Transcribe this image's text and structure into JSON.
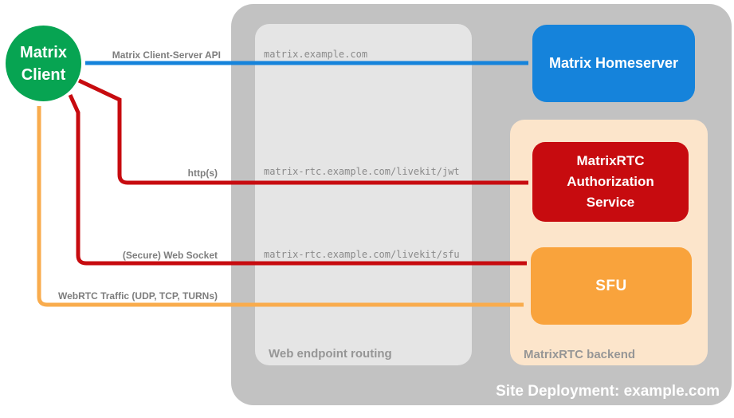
{
  "client": {
    "label": "Matrix\nClient",
    "color": "#07a452"
  },
  "homeserver": {
    "label": "Matrix Homeserver",
    "color": "#1583db"
  },
  "auth_service": {
    "label": "MatrixRTC\nAuthorization\nService",
    "color": "#c70b0f"
  },
  "sfu": {
    "label": "SFU",
    "color": "#f9a33c"
  },
  "deployment": {
    "label": "Site Deployment: example.com",
    "color": "#c2c2c2"
  },
  "routing": {
    "label": "Web endpoint routing",
    "endpoints": [
      "matrix.example.com",
      "matrix-rtc.example.com/livekit/jwt",
      "matrix-rtc.example.com/livekit/sfu"
    ]
  },
  "backend": {
    "label": "MatrixRTC backend",
    "color": "#fce5cb"
  },
  "arrows": {
    "client_server_api": {
      "label": "Matrix Client-Server API",
      "color": "#1583db"
    },
    "https": {
      "label": "http(s)",
      "color": "#c70b0f"
    },
    "websocket": {
      "label": "(Secure) Web Socket",
      "color": "#c70b0f"
    },
    "webrtc": {
      "label": "WebRTC Traffic (UDP, TCP, TURNs)",
      "color": "#f9ac4d"
    }
  }
}
